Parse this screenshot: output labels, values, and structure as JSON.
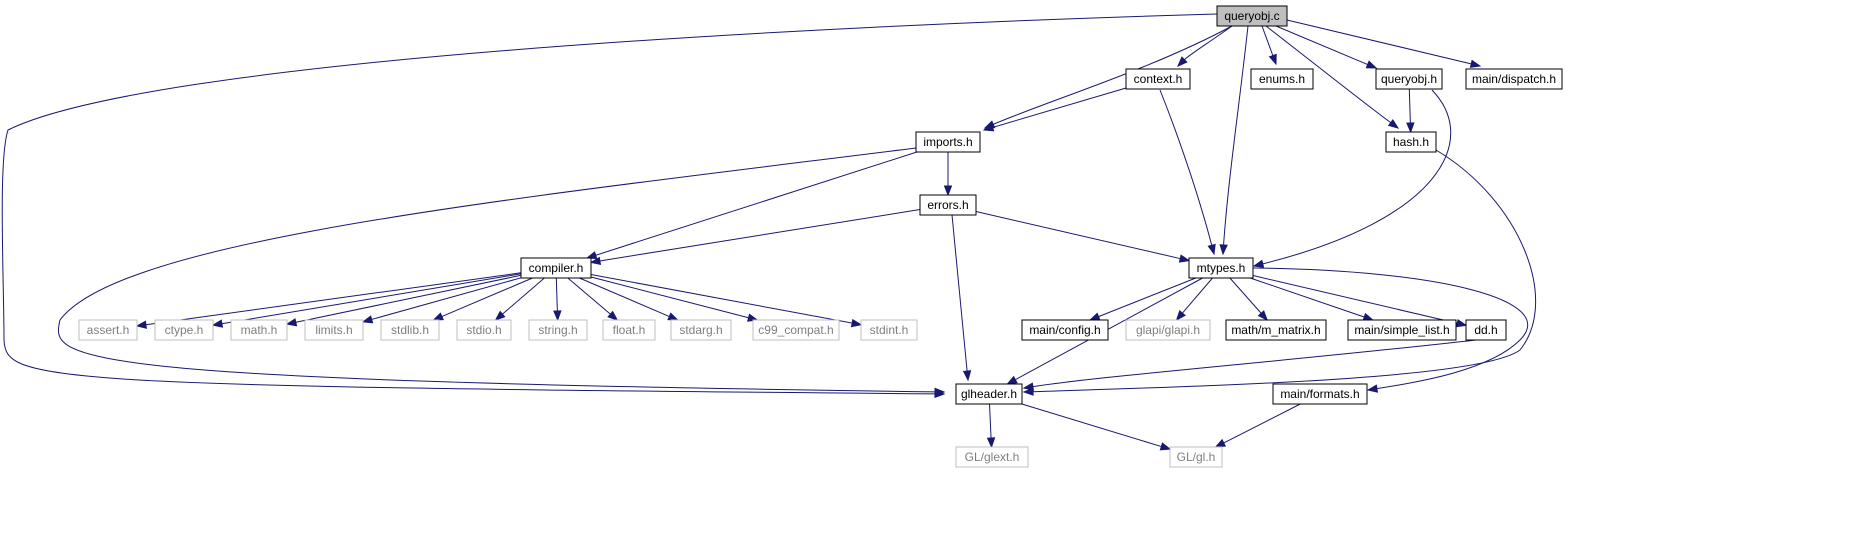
{
  "diagram": {
    "title": "",
    "nodes": [
      {
        "id": "queryobj_c",
        "label": "queryobj.c",
        "style": "root"
      },
      {
        "id": "context_h",
        "label": "context.h",
        "style": "doc"
      },
      {
        "id": "enums_h",
        "label": "enums.h",
        "style": "doc"
      },
      {
        "id": "queryobj_h",
        "label": "queryobj.h",
        "style": "doc"
      },
      {
        "id": "main_dispatch_h",
        "label": "main/dispatch.h",
        "style": "doc"
      },
      {
        "id": "imports_h",
        "label": "imports.h",
        "style": "doc"
      },
      {
        "id": "hash_h",
        "label": "hash.h",
        "style": "doc"
      },
      {
        "id": "errors_h",
        "label": "errors.h",
        "style": "doc"
      },
      {
        "id": "compiler_h",
        "label": "compiler.h",
        "style": "doc"
      },
      {
        "id": "mtypes_h",
        "label": "mtypes.h",
        "style": "doc"
      },
      {
        "id": "assert_h",
        "label": "assert.h",
        "style": "sys"
      },
      {
        "id": "ctype_h",
        "label": "ctype.h",
        "style": "sys"
      },
      {
        "id": "math_h",
        "label": "math.h",
        "style": "sys"
      },
      {
        "id": "limits_h",
        "label": "limits.h",
        "style": "sys"
      },
      {
        "id": "stdlib_h",
        "label": "stdlib.h",
        "style": "sys"
      },
      {
        "id": "stdio_h",
        "label": "stdio.h",
        "style": "sys"
      },
      {
        "id": "string_h",
        "label": "string.h",
        "style": "sys"
      },
      {
        "id": "float_h",
        "label": "float.h",
        "style": "sys"
      },
      {
        "id": "stdarg_h",
        "label": "stdarg.h",
        "style": "sys"
      },
      {
        "id": "c99_compat_h",
        "label": "c99_compat.h",
        "style": "sys"
      },
      {
        "id": "stdint_h",
        "label": "stdint.h",
        "style": "sys"
      },
      {
        "id": "main_config_h",
        "label": "main/config.h",
        "style": "doc"
      },
      {
        "id": "glapi_glapi_h",
        "label": "glapi/glapi.h",
        "style": "sys"
      },
      {
        "id": "math_m_matrix_h",
        "label": "math/m_matrix.h",
        "style": "doc"
      },
      {
        "id": "main_simple_list_h",
        "label": "main/simple_list.h",
        "style": "doc"
      },
      {
        "id": "dd_h",
        "label": "dd.h",
        "style": "doc"
      },
      {
        "id": "glheader_h",
        "label": "glheader.h",
        "style": "doc"
      },
      {
        "id": "main_formats_h",
        "label": "main/formats.h",
        "style": "doc"
      },
      {
        "id": "gl_glext_h",
        "label": "GL/glext.h",
        "style": "sys"
      },
      {
        "id": "gl_gl_h",
        "label": "GL/gl.h",
        "style": "sys"
      }
    ],
    "edges": [
      [
        "queryobj_c",
        "glheader_h"
      ],
      [
        "queryobj_c",
        "imports_h"
      ],
      [
        "queryobj_c",
        "context_h"
      ],
      [
        "queryobj_c",
        "mtypes_h"
      ],
      [
        "queryobj_c",
        "enums_h"
      ],
      [
        "queryobj_c",
        "hash_h"
      ],
      [
        "queryobj_c",
        "queryobj_h"
      ],
      [
        "queryobj_c",
        "main_dispatch_h"
      ],
      [
        "context_h",
        "imports_h"
      ],
      [
        "context_h",
        "mtypes_h"
      ],
      [
        "imports_h",
        "errors_h"
      ],
      [
        "imports_h",
        "compiler_h"
      ],
      [
        "imports_h",
        "glheader_h"
      ],
      [
        "errors_h",
        "compiler_h"
      ],
      [
        "errors_h",
        "mtypes_h"
      ],
      [
        "errors_h",
        "glheader_h"
      ],
      [
        "queryobj_h",
        "hash_h"
      ],
      [
        "queryobj_h",
        "mtypes_h"
      ],
      [
        "hash_h",
        "glheader_h"
      ],
      [
        "compiler_h",
        "assert_h"
      ],
      [
        "compiler_h",
        "ctype_h"
      ],
      [
        "compiler_h",
        "math_h"
      ],
      [
        "compiler_h",
        "limits_h"
      ],
      [
        "compiler_h",
        "stdlib_h"
      ],
      [
        "compiler_h",
        "stdio_h"
      ],
      [
        "compiler_h",
        "string_h"
      ],
      [
        "compiler_h",
        "float_h"
      ],
      [
        "compiler_h",
        "stdarg_h"
      ],
      [
        "compiler_h",
        "c99_compat_h"
      ],
      [
        "compiler_h",
        "stdint_h"
      ],
      [
        "mtypes_h",
        "glheader_h"
      ],
      [
        "mtypes_h",
        "main_config_h"
      ],
      [
        "mtypes_h",
        "glapi_glapi_h"
      ],
      [
        "mtypes_h",
        "math_m_matrix_h"
      ],
      [
        "mtypes_h",
        "main_simple_list_h"
      ],
      [
        "mtypes_h",
        "dd_h"
      ],
      [
        "mtypes_h",
        "main_formats_h"
      ],
      [
        "dd_h",
        "glheader_h"
      ],
      [
        "glheader_h",
        "gl_glext_h"
      ],
      [
        "glheader_h",
        "gl_gl_h"
      ],
      [
        "main_formats_h",
        "gl_gl_h"
      ]
    ],
    "colors": {
      "edge": "#191970",
      "root_fill": "#bfbfbf",
      "doc_border": "#000000",
      "sys_border": "#bfbfbf",
      "sys_text": "#7f7f7f"
    }
  }
}
